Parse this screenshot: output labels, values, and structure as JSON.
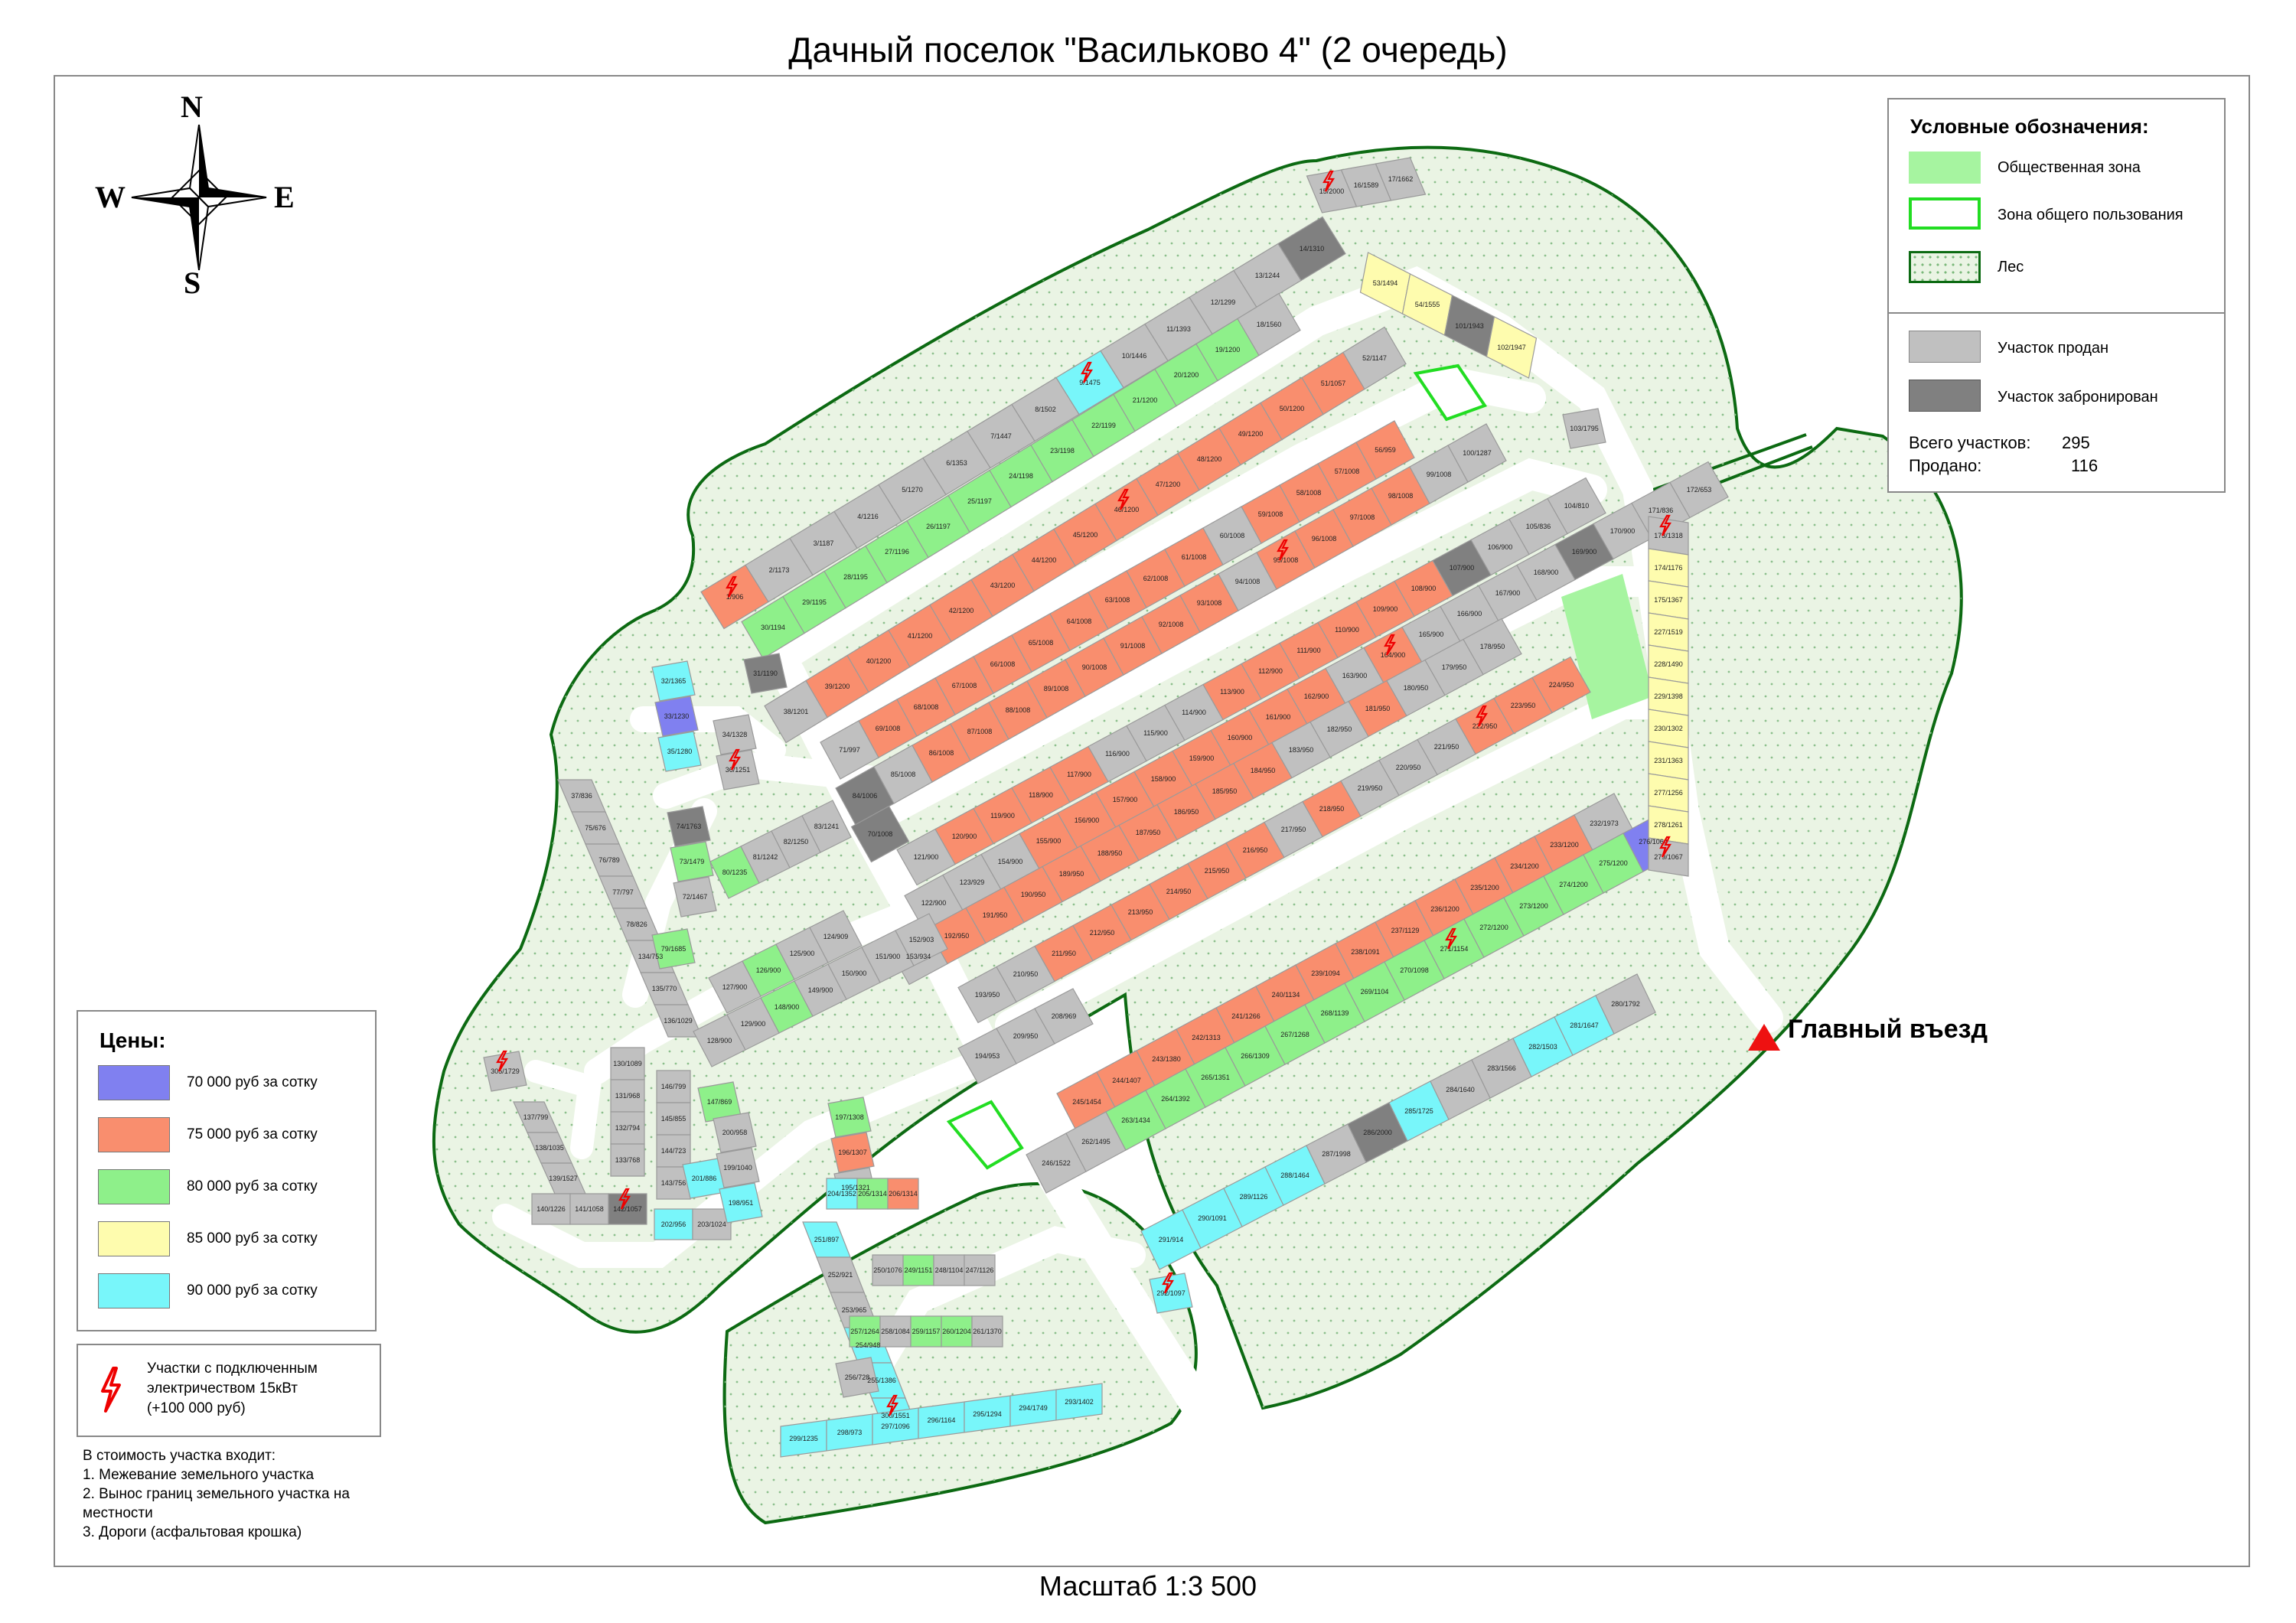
{
  "title": "Дачный поселок \"Васильково 4\" (2 очередь)",
  "scale": "Масштаб 1:3 500",
  "compass": {
    "n": "N",
    "s": "S",
    "w": "W",
    "e": "E"
  },
  "legend": {
    "title": "Условные обозначения:",
    "public_zone": "Общественная зона",
    "common_use_zone": "Зона общего пользования",
    "forest": "Лес",
    "sold": "Участок продан",
    "reserved": "Участок забронирован",
    "total_label": "Всего участков:",
    "total_value": "295",
    "sold_label": "Продано:",
    "sold_value": "116"
  },
  "prices": {
    "title": "Цены:",
    "items": [
      {
        "label": "70 000 руб за сотку",
        "color": "#8080f0"
      },
      {
        "label": "75 000 руб за сотку",
        "color": "#f98e6e"
      },
      {
        "label": "80 000 руб за сотку",
        "color": "#8ef08a"
      },
      {
        "label": "85 000 руб за сотку",
        "color": "#fefcae"
      },
      {
        "label": "90 000 руб за сотку",
        "color": "#78f6fa"
      }
    ]
  },
  "electricity": {
    "icon": "lightning-bolt-icon",
    "text_line1": "Участки с подключенным",
    "text_line2": "электричеством 15кВт",
    "text_line3": "(+100 000 руб)"
  },
  "notes": [
    "В стоимость участка входит:",
    "1. Межевание земельного участка",
    "2. Вынос границ земельного участка на",
    "местности",
    "3. Дороги (асфальтовая крошка)"
  ],
  "main_entrance": "Главный въезд",
  "colors": {
    "sold": "#c0c0c0",
    "reserved": "#808080",
    "road": "#ffffff",
    "forest": "#eaf4e4",
    "forest_border": "#0c6a12",
    "public_zone": "#a6f4a0",
    "common_zone_border": "#22dd22",
    "p70": "#8080f0",
    "p75": "#f98e6e",
    "p80": "#8ef08a",
    "p85": "#fefcae",
    "p90": "#78f6fa"
  },
  "plots": [
    {
      "id": "1/906",
      "s": "p75",
      "e": true
    },
    {
      "id": "2/1173",
      "s": "sold"
    },
    {
      "id": "3/1187",
      "s": "sold"
    },
    {
      "id": "4/1216",
      "s": "sold"
    },
    {
      "id": "5/1270",
      "s": "sold"
    },
    {
      "id": "6/1353",
      "s": "sold"
    },
    {
      "id": "7/1447",
      "s": "sold"
    },
    {
      "id": "8/1502",
      "s": "sold"
    },
    {
      "id": "9/1475",
      "s": "p90",
      "e": true
    },
    {
      "id": "10/1446",
      "s": "sold"
    },
    {
      "id": "11/1393",
      "s": "sold"
    },
    {
      "id": "12/1299",
      "s": "sold"
    },
    {
      "id": "13/1244",
      "s": "sold"
    },
    {
      "id": "14/1310",
      "s": "reserved"
    },
    {
      "id": "15/2000",
      "s": "sold",
      "e": true
    },
    {
      "id": "16/1589",
      "s": "sold"
    },
    {
      "id": "17/1662",
      "s": "sold"
    },
    {
      "id": "18/1560",
      "s": "sold"
    },
    {
      "id": "19/1200",
      "s": "p80"
    },
    {
      "id": "20/1200",
      "s": "p80"
    },
    {
      "id": "21/1200",
      "s": "p80"
    },
    {
      "id": "22/1199",
      "s": "p80"
    },
    {
      "id": "23/1198",
      "s": "p80"
    },
    {
      "id": "24/1198",
      "s": "p80"
    },
    {
      "id": "25/1197",
      "s": "p80"
    },
    {
      "id": "26/1197",
      "s": "p80"
    },
    {
      "id": "27/1196",
      "s": "p80"
    },
    {
      "id": "28/1195",
      "s": "p80"
    },
    {
      "id": "29/1195",
      "s": "p80"
    },
    {
      "id": "30/1194",
      "s": "p80"
    },
    {
      "id": "31/1190",
      "s": "reserved"
    },
    {
      "id": "32/1365",
      "s": "p90"
    },
    {
      "id": "33/1230",
      "s": "p70"
    },
    {
      "id": "34/1328",
      "s": "sold"
    },
    {
      "id": "35/1280",
      "s": "p90"
    },
    {
      "id": "36/1251",
      "s": "sold",
      "e": true
    },
    {
      "id": "37/836",
      "s": "sold"
    },
    {
      "id": "38/1201",
      "s": "sold"
    },
    {
      "id": "39/1200",
      "s": "p75"
    },
    {
      "id": "40/1200",
      "s": "p75"
    },
    {
      "id": "41/1200",
      "s": "p75"
    },
    {
      "id": "42/1200",
      "s": "p75"
    },
    {
      "id": "43/1200",
      "s": "p75"
    },
    {
      "id": "44/1200",
      "s": "p75"
    },
    {
      "id": "45/1200",
      "s": "p75"
    },
    {
      "id": "46/1200",
      "s": "p75",
      "e": true
    },
    {
      "id": "47/1200",
      "s": "p75"
    },
    {
      "id": "48/1200",
      "s": "p75"
    },
    {
      "id": "49/1200",
      "s": "p75"
    },
    {
      "id": "50/1200",
      "s": "p75"
    },
    {
      "id": "51/1057",
      "s": "p75"
    },
    {
      "id": "52/1147",
      "s": "sold"
    },
    {
      "id": "53/1494",
      "s": "p85"
    },
    {
      "id": "54/1555",
      "s": "p85"
    },
    {
      "id": "101/1943",
      "s": "reserved"
    },
    {
      "id": "102/1947",
      "s": "p85"
    },
    {
      "id": "103/1795",
      "s": "sold"
    },
    {
      "id": "173/1318",
      "s": "sold",
      "e": true
    },
    {
      "id": "56/959",
      "s": "p75"
    },
    {
      "id": "57/1008",
      "s": "p75"
    },
    {
      "id": "58/1008",
      "s": "p75"
    },
    {
      "id": "59/1008",
      "s": "p75"
    },
    {
      "id": "60/1008",
      "s": "sold"
    },
    {
      "id": "61/1008",
      "s": "p75"
    },
    {
      "id": "62/1008",
      "s": "p75"
    },
    {
      "id": "63/1008",
      "s": "p75"
    },
    {
      "id": "64/1008",
      "s": "p75"
    },
    {
      "id": "65/1008",
      "s": "p75"
    },
    {
      "id": "66/1008",
      "s": "p75"
    },
    {
      "id": "67/1008",
      "s": "p75"
    },
    {
      "id": "68/1008",
      "s": "p75"
    },
    {
      "id": "69/1008",
      "s": "p75"
    },
    {
      "id": "70/1008",
      "s": "reserved"
    },
    {
      "id": "71/997",
      "s": "sold"
    },
    {
      "id": "72/1467",
      "s": "sold"
    },
    {
      "id": "73/1479",
      "s": "p80"
    },
    {
      "id": "74/1763",
      "s": "reserved"
    },
    {
      "id": "75/676",
      "s": "sold"
    },
    {
      "id": "76/789",
      "s": "sold"
    },
    {
      "id": "77/797",
      "s": "sold"
    },
    {
      "id": "78/826",
      "s": "sold"
    },
    {
      "id": "79/1685",
      "s": "p80"
    },
    {
      "id": "80/1235",
      "s": "p80"
    },
    {
      "id": "81/1242",
      "s": "sold"
    },
    {
      "id": "82/1250",
      "s": "sold"
    },
    {
      "id": "83/1241",
      "s": "sold"
    },
    {
      "id": "84/1006",
      "s": "reserved"
    },
    {
      "id": "85/1008",
      "s": "sold"
    },
    {
      "id": "86/1008",
      "s": "p75"
    },
    {
      "id": "87/1008",
      "s": "p75"
    },
    {
      "id": "88/1008",
      "s": "p75"
    },
    {
      "id": "89/1008",
      "s": "p75"
    },
    {
      "id": "90/1008",
      "s": "p75"
    },
    {
      "id": "91/1008",
      "s": "p75"
    },
    {
      "id": "92/1008",
      "s": "p75"
    },
    {
      "id": "93/1008",
      "s": "p75"
    },
    {
      "id": "94/1008",
      "s": "sold"
    },
    {
      "id": "95/1008",
      "s": "p75",
      "e": true
    },
    {
      "id": "96/1008",
      "s": "p75"
    },
    {
      "id": "97/1008",
      "s": "p75"
    },
    {
      "id": "98/1008",
      "s": "p75"
    },
    {
      "id": "99/1008",
      "s": "sold"
    },
    {
      "id": "100/1287",
      "s": "sold"
    },
    {
      "id": "104/810",
      "s": "sold"
    },
    {
      "id": "105/836",
      "s": "sold"
    },
    {
      "id": "106/900",
      "s": "sold"
    },
    {
      "id": "107/900",
      "s": "reserved"
    },
    {
      "id": "108/900",
      "s": "p75"
    },
    {
      "id": "109/900",
      "s": "p75"
    },
    {
      "id": "110/900",
      "s": "p75"
    },
    {
      "id": "111/900",
      "s": "p75"
    },
    {
      "id": "112/900",
      "s": "p75"
    },
    {
      "id": "113/900",
      "s": "p75"
    },
    {
      "id": "114/900",
      "s": "sold"
    },
    {
      "id": "115/900",
      "s": "sold"
    },
    {
      "id": "116/900",
      "s": "sold"
    },
    {
      "id": "117/900",
      "s": "p75"
    },
    {
      "id": "118/900",
      "s": "p75"
    },
    {
      "id": "119/900",
      "s": "p75"
    },
    {
      "id": "120/900",
      "s": "p75"
    },
    {
      "id": "121/900",
      "s": "sold"
    },
    {
      "id": "122/900",
      "s": "sold"
    },
    {
      "id": "123/929",
      "s": "sold"
    },
    {
      "id": "124/909",
      "s": "sold"
    },
    {
      "id": "125/900",
      "s": "sold"
    },
    {
      "id": "126/900",
      "s": "p80"
    },
    {
      "id": "127/900",
      "s": "sold"
    },
    {
      "id": "128/900",
      "s": "sold"
    },
    {
      "id": "129/900",
      "s": "sold"
    },
    {
      "id": "130/1089",
      "s": "sold"
    },
    {
      "id": "131/968",
      "s": "sold"
    },
    {
      "id": "132/794",
      "s": "sold"
    },
    {
      "id": "133/768",
      "s": "sold"
    },
    {
      "id": "134/753",
      "s": "sold"
    },
    {
      "id": "135/770",
      "s": "sold"
    },
    {
      "id": "136/1029",
      "s": "sold"
    },
    {
      "id": "137/799",
      "s": "sold"
    },
    {
      "id": "138/1035",
      "s": "sold"
    },
    {
      "id": "139/1527",
      "s": "sold"
    },
    {
      "id": "140/1226",
      "s": "sold"
    },
    {
      "id": "141/1058",
      "s": "sold"
    },
    {
      "id": "142/1057",
      "s": "reserved",
      "e": true
    },
    {
      "id": "143/756",
      "s": "sold"
    },
    {
      "id": "144/723",
      "s": "sold"
    },
    {
      "id": "145/855",
      "s": "sold"
    },
    {
      "id": "146/799",
      "s": "sold"
    },
    {
      "id": "147/869",
      "s": "p80"
    },
    {
      "id": "148/900",
      "s": "p80"
    },
    {
      "id": "149/900",
      "s": "sold"
    },
    {
      "id": "150/900",
      "s": "sold"
    },
    {
      "id": "151/900",
      "s": "sold"
    },
    {
      "id": "152/903",
      "s": "sold"
    },
    {
      "id": "153/934",
      "s": "sold"
    },
    {
      "id": "154/900",
      "s": "sold"
    },
    {
      "id": "155/900",
      "s": "p75"
    },
    {
      "id": "156/900",
      "s": "p75"
    },
    {
      "id": "157/900",
      "s": "p75"
    },
    {
      "id": "158/900",
      "s": "p75"
    },
    {
      "id": "159/900",
      "s": "p75"
    },
    {
      "id": "160/900",
      "s": "p75"
    },
    {
      "id": "161/900",
      "s": "p75"
    },
    {
      "id": "162/900",
      "s": "p75"
    },
    {
      "id": "163/900",
      "s": "sold"
    },
    {
      "id": "164/900",
      "s": "p75",
      "e": true
    },
    {
      "id": "165/900",
      "s": "sold"
    },
    {
      "id": "166/900",
      "s": "sold"
    },
    {
      "id": "167/900",
      "s": "sold"
    },
    {
      "id": "168/900",
      "s": "sold"
    },
    {
      "id": "169/900",
      "s": "reserved"
    },
    {
      "id": "170/900",
      "s": "sold"
    },
    {
      "id": "171/836",
      "s": "sold"
    },
    {
      "id": "172/653",
      "s": "sold"
    },
    {
      "id": "174/1176",
      "s": "p85"
    },
    {
      "id": "175/1367",
      "s": "p85"
    },
    {
      "id": "227/1519",
      "s": "p85"
    },
    {
      "id": "228/1490",
      "s": "p85"
    },
    {
      "id": "229/1398",
      "s": "p85"
    },
    {
      "id": "230/1302",
      "s": "p85"
    },
    {
      "id": "231/1363",
      "s": "p85"
    },
    {
      "id": "277/1256",
      "s": "p85"
    },
    {
      "id": "278/1261",
      "s": "p85"
    },
    {
      "id": "279/1067",
      "s": "sold",
      "e": true
    },
    {
      "id": "178/950",
      "s": "sold"
    },
    {
      "id": "179/950",
      "s": "sold"
    },
    {
      "id": "180/950",
      "s": "sold"
    },
    {
      "id": "181/950",
      "s": "p75"
    },
    {
      "id": "182/950",
      "s": "sold"
    },
    {
      "id": "183/950",
      "s": "sold"
    },
    {
      "id": "184/950",
      "s": "p75"
    },
    {
      "id": "185/950",
      "s": "p75"
    },
    {
      "id": "186/950",
      "s": "p75"
    },
    {
      "id": "187/950",
      "s": "p75"
    },
    {
      "id": "188/950",
      "s": "p75"
    },
    {
      "id": "189/950",
      "s": "p75"
    },
    {
      "id": "190/950",
      "s": "p75"
    },
    {
      "id": "191/950",
      "s": "p75"
    },
    {
      "id": "192/950",
      "s": "p75"
    },
    {
      "id": "193/950",
      "s": "sold"
    },
    {
      "id": "194/953",
      "s": "sold"
    },
    {
      "id": "195/1321",
      "s": "sold"
    },
    {
      "id": "196/1307",
      "s": "p75"
    },
    {
      "id": "197/1308",
      "s": "p80"
    },
    {
      "id": "198/951",
      "s": "p90"
    },
    {
      "id": "199/1040",
      "s": "sold"
    },
    {
      "id": "200/958",
      "s": "sold"
    },
    {
      "id": "201/886",
      "s": "p90"
    },
    {
      "id": "202/956",
      "s": "p90"
    },
    {
      "id": "203/1024",
      "s": "sold"
    },
    {
      "id": "204/1352",
      "s": "p90"
    },
    {
      "id": "205/1314",
      "s": "p80"
    },
    {
      "id": "206/1314",
      "s": "p75"
    },
    {
      "id": "208/969",
      "s": "sold"
    },
    {
      "id": "209/950",
      "s": "sold"
    },
    {
      "id": "210/950",
      "s": "sold"
    },
    {
      "id": "211/950",
      "s": "p75"
    },
    {
      "id": "212/950",
      "s": "p75"
    },
    {
      "id": "213/950",
      "s": "p75"
    },
    {
      "id": "214/950",
      "s": "p75"
    },
    {
      "id": "215/950",
      "s": "p75"
    },
    {
      "id": "216/950",
      "s": "p75"
    },
    {
      "id": "217/950",
      "s": "sold"
    },
    {
      "id": "218/950",
      "s": "p75"
    },
    {
      "id": "219/950",
      "s": "sold"
    },
    {
      "id": "220/950",
      "s": "sold"
    },
    {
      "id": "221/950",
      "s": "sold"
    },
    {
      "id": "222/950",
      "s": "p75",
      "e": true
    },
    {
      "id": "223/950",
      "s": "p75"
    },
    {
      "id": "224/950",
      "s": "p75"
    },
    {
      "id": "232/1973",
      "s": "sold"
    },
    {
      "id": "233/1200",
      "s": "p75"
    },
    {
      "id": "234/1200",
      "s": "p75"
    },
    {
      "id": "235/1200",
      "s": "p75"
    },
    {
      "id": "236/1200",
      "s": "p75"
    },
    {
      "id": "237/1129",
      "s": "p75"
    },
    {
      "id": "238/1091",
      "s": "p75"
    },
    {
      "id": "239/1094",
      "s": "p75"
    },
    {
      "id": "240/1134",
      "s": "p75"
    },
    {
      "id": "241/1266",
      "s": "p75"
    },
    {
      "id": "242/1313",
      "s": "p75"
    },
    {
      "id": "243/1380",
      "s": "p75"
    },
    {
      "id": "244/1407",
      "s": "p75"
    },
    {
      "id": "245/1454",
      "s": "p75"
    },
    {
      "id": "246/1522",
      "s": "sold"
    },
    {
      "id": "247/1126",
      "s": "sold"
    },
    {
      "id": "248/1104",
      "s": "sold"
    },
    {
      "id": "249/1151",
      "s": "p80"
    },
    {
      "id": "250/1076",
      "s": "sold"
    },
    {
      "id": "251/897",
      "s": "p90"
    },
    {
      "id": "252/921",
      "s": "sold"
    },
    {
      "id": "253/965",
      "s": "sold"
    },
    {
      "id": "254/948",
      "s": "p90"
    },
    {
      "id": "255/1386",
      "s": "p90"
    },
    {
      "id": "256/728",
      "s": "sold"
    },
    {
      "id": "257/1264",
      "s": "p80"
    },
    {
      "id": "258/1084",
      "s": "sold"
    },
    {
      "id": "259/1157",
      "s": "p80"
    },
    {
      "id": "260/1204",
      "s": "p80"
    },
    {
      "id": "261/1370",
      "s": "sold"
    },
    {
      "id": "262/1495",
      "s": "sold"
    },
    {
      "id": "263/1434",
      "s": "p80"
    },
    {
      "id": "264/1392",
      "s": "p80"
    },
    {
      "id": "265/1351",
      "s": "p80"
    },
    {
      "id": "266/1309",
      "s": "p80"
    },
    {
      "id": "267/1268",
      "s": "p80"
    },
    {
      "id": "268/1139",
      "s": "p80"
    },
    {
      "id": "269/1104",
      "s": "p80"
    },
    {
      "id": "270/1098",
      "s": "p80"
    },
    {
      "id": "271/1154",
      "s": "p80",
      "e": true
    },
    {
      "id": "272/1200",
      "s": "p80"
    },
    {
      "id": "273/1200",
      "s": "p80"
    },
    {
      "id": "274/1200",
      "s": "p80"
    },
    {
      "id": "275/1200",
      "s": "p80"
    },
    {
      "id": "276/1064",
      "s": "p70"
    },
    {
      "id": "280/1792",
      "s": "sold"
    },
    {
      "id": "281/1647",
      "s": "p90"
    },
    {
      "id": "282/1503",
      "s": "p90"
    },
    {
      "id": "283/1566",
      "s": "sold"
    },
    {
      "id": "284/1640",
      "s": "sold"
    },
    {
      "id": "285/1725",
      "s": "p90"
    },
    {
      "id": "286/2000",
      "s": "reserved"
    },
    {
      "id": "287/1998",
      "s": "sold"
    },
    {
      "id": "288/1464",
      "s": "p90"
    },
    {
      "id": "289/1126",
      "s": "p90"
    },
    {
      "id": "290/1091",
      "s": "p90"
    },
    {
      "id": "291/914",
      "s": "p90"
    },
    {
      "id": "292/1097",
      "s": "p90",
      "e": true
    },
    {
      "id": "293/1402",
      "s": "p90"
    },
    {
      "id": "294/1749",
      "s": "p90"
    },
    {
      "id": "295/1294",
      "s": "p90"
    },
    {
      "id": "296/1164",
      "s": "p90"
    },
    {
      "id": "297/1096",
      "s": "p90"
    },
    {
      "id": "298/973",
      "s": "p90"
    },
    {
      "id": "299/1235",
      "s": "p90"
    },
    {
      "id": "300/1551",
      "s": "p90",
      "e": true
    },
    {
      "id": "305/1729",
      "s": "sold",
      "e": true
    }
  ]
}
